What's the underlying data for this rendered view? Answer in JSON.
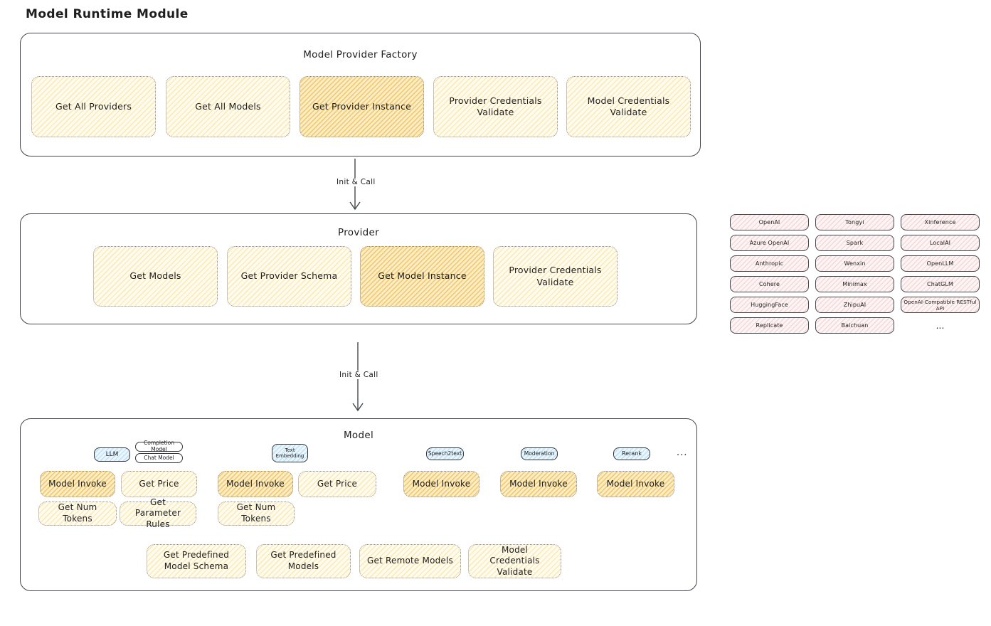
{
  "page_title": "Model Runtime Module",
  "colors": {
    "yellow_fill": "#fffcee",
    "yellow_hatch": "#f1cc70",
    "orange_fill": "#fbeec5",
    "orange_hatch": "#ecae3e",
    "pink_fill": "#fdf5f5",
    "pink_hatch": "#e59494",
    "blue_fill": "#eaf6fd",
    "blue_hatch": "#6cb1de",
    "border_dark": "#43464b",
    "border_dotted": "#8d8d8d"
  },
  "factory": {
    "title": "Model Provider Factory",
    "buttons": [
      "Get All Providers",
      "Get All Models",
      "Get Provider Instance",
      "Provider Credentials Validate",
      "Model Credentials Validate"
    ]
  },
  "arrow1": {
    "label": "Init & Call"
  },
  "provider": {
    "title": "Provider",
    "buttons": [
      "Get Models",
      "Get Provider Schema",
      "Get Model Instance",
      "Provider Credentials Validate"
    ]
  },
  "provider_grid": {
    "items": [
      "OpenAI",
      "Tongyi",
      "Xinference",
      "Azure OpenAI",
      "Spark",
      "LocalAI",
      "Anthropic",
      "Wenxin",
      "OpenLLM",
      "Cohere",
      "Minimax",
      "ChatGLM",
      "HuggingFace",
      "ZhipuAI",
      "OpenAI-Compatible RESTful API",
      "Replicate",
      "Baichuan"
    ],
    "ellipsis": "..."
  },
  "arrow2": {
    "label": "Init & Call"
  },
  "model": {
    "title": "Model",
    "tags": {
      "llm": "LLM",
      "completion": "Completion Model",
      "chat": "Chat Model",
      "text_embedding": "Text Embedding",
      "speech2text": "Speech2text",
      "moderation": "Moderation",
      "rerank": "Rerank",
      "ellipsis": "..."
    },
    "buttons": {
      "model_invoke": "Model Invoke",
      "get_price": "Get Price",
      "get_num_tokens": "Get Num Tokens",
      "get_parameter_rules": "Get Parameter Rules",
      "get_predefined_model_schema": "Get Predefined Model Schema",
      "get_predefined_models": "Get Predefined Models",
      "get_remote_models": "Get Remote Models",
      "model_credentials_validate": "Model Credentials Validate"
    }
  }
}
